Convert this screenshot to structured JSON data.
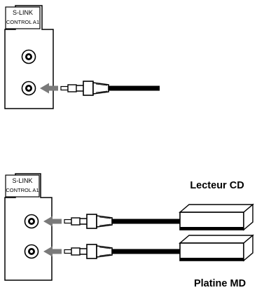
{
  "figure_a": {
    "panel_label_line1": "S-LINK",
    "panel_label_line2": "CONTROL A1"
  },
  "figure_b": {
    "panel_label_line1": "S-LINK",
    "panel_label_line2": "CONTROL A1",
    "device_top_label": "Lecteur CD",
    "device_bottom_label": "Platine MD"
  },
  "colors": {
    "line": "#000000",
    "arrow": "#7a7a7a",
    "background": "#ffffff"
  }
}
